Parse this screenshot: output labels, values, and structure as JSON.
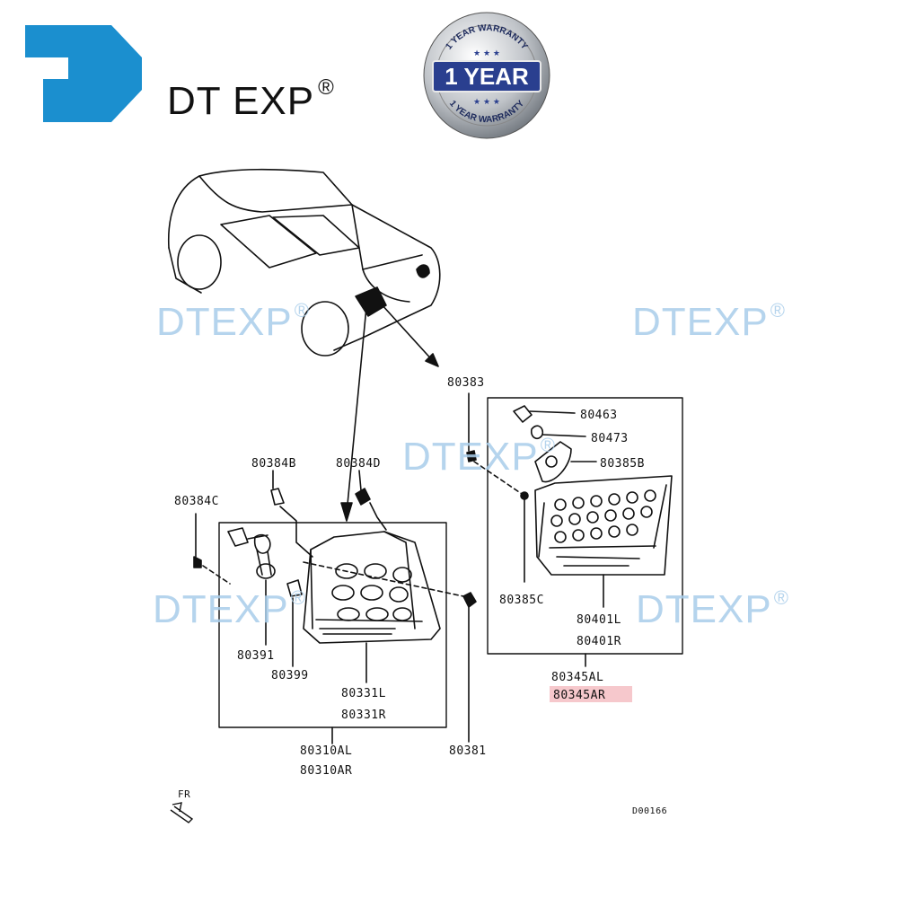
{
  "brand": {
    "name": "DT EXP",
    "registered": "®"
  },
  "badge": {
    "top_text": "1 YEAR WARRANTY",
    "center_text": "1 YEAR",
    "bottom_text": "1 YEAR WARRANTY"
  },
  "watermark": {
    "text": "DTEXP",
    "registered": "®"
  },
  "parts": {
    "p80383": "80383",
    "p80463": "80463",
    "p80473": "80473",
    "p80385B": "80385B",
    "p80384B": "80384B",
    "p80384D": "80384D",
    "p80384C": "80384C",
    "p80385C": "80385C",
    "p80401L": "80401L",
    "p80401R": "80401R",
    "p80345AL": "80345AL",
    "p80345AR": "80345AR",
    "p80391": "80391",
    "p80399": "80399",
    "p80331L": "80331L",
    "p80331R": "80331R",
    "p80310AL": "80310AL",
    "p80310AR": "80310AR",
    "p80381": "80381"
  },
  "direction_label": "FR",
  "diagram_code": "D00166",
  "colors": {
    "logo_blue": "#1b8fcf",
    "watermark": "#a9cdea",
    "highlight": "#f6c8cc",
    "badge_blue": "#2a3f8f"
  }
}
